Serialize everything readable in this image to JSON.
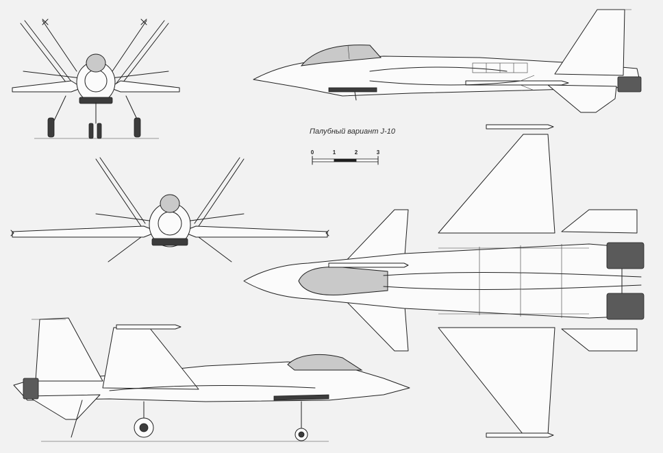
{
  "drawing": {
    "title": "Палубный вариант J-10",
    "scale_bar": {
      "ticks": [
        "0",
        "1",
        "2",
        "3"
      ]
    },
    "views": [
      "front-view-folded-wings",
      "front-view",
      "side-view-top",
      "side-view-bottom",
      "top-view"
    ]
  },
  "colors": {
    "paper": "#f2f2f2",
    "line": "#1f1f1f",
    "canopy": "#c9c9c9",
    "nozzle": "#5a5a5a"
  }
}
